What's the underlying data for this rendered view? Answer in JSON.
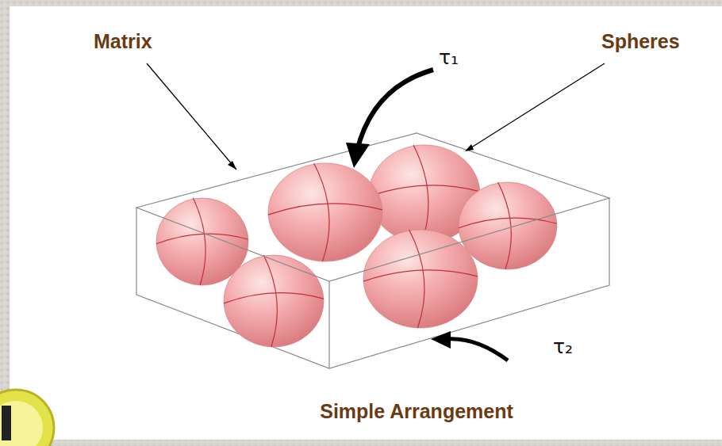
{
  "diagram": {
    "labels": [
      "Matrix",
      "Spheres",
      "τ₁",
      "τ₂",
      "Simple Arrangement"
    ]
  }
}
